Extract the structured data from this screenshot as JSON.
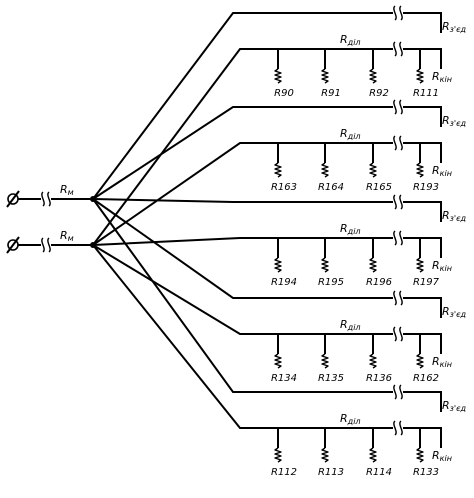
{
  "inputs": [
    {
      "label": "R",
      "sub": "м"
    },
    {
      "label": "R",
      "sub": "м"
    }
  ],
  "groups": [
    {
      "connector": {
        "label": "R",
        "sub": "з'єд"
      },
      "divider": {
        "label": "R",
        "sub": "діл"
      },
      "end": {
        "label": "R",
        "sub": "кін"
      },
      "resistors": [
        "R90",
        "R91",
        "R92",
        "R111"
      ]
    },
    {
      "connector": {
        "label": "R",
        "sub": "з'єд"
      },
      "divider": {
        "label": "R",
        "sub": "діл"
      },
      "end": {
        "label": "R",
        "sub": "кін"
      },
      "resistors": [
        "R163",
        "R164",
        "R165",
        "R193"
      ]
    },
    {
      "connector": {
        "label": "R",
        "sub": "з'єд"
      },
      "divider": {
        "label": "R",
        "sub": "діл"
      },
      "end": {
        "label": "R",
        "sub": "кін"
      },
      "resistors": [
        "R194",
        "R195",
        "R196",
        "R197"
      ]
    },
    {
      "connector": {
        "label": "R",
        "sub": "з'єд"
      },
      "divider": {
        "label": "R",
        "sub": "діл"
      },
      "end": {
        "label": "R",
        "sub": "кін"
      },
      "resistors": [
        "R134",
        "R135",
        "R136",
        "R162"
      ]
    },
    {
      "connector": {
        "label": "R",
        "sub": "з'єд"
      },
      "divider": {
        "label": "R",
        "sub": "діл"
      },
      "end": {
        "label": "R",
        "sub": "кін"
      },
      "resistors": [
        "R112",
        "R113",
        "R114",
        "R133"
      ]
    }
  ]
}
